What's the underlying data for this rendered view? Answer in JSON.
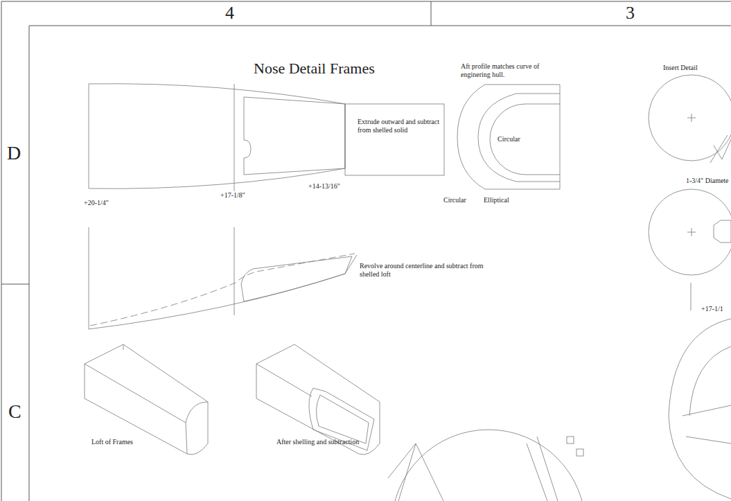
{
  "diagram": {
    "title": "Nose Detail Frames",
    "labels": [
      "4",
      "3",
      "D",
      "C",
      "Aft profile matches curve of enginering hull.",
      "Insert Detail",
      "Extrude outward and subtract from shelled solid",
      "Circular",
      "+20-1/4\"",
      "+17-1/8\"",
      "+14-13/16\"",
      "Circular",
      "Elliptical",
      "1-3/4\" Diamete",
      "Revolve around centerline and subtract from shelled loft",
      "+17-1/1",
      "Loft of Frames",
      "After shelling and subtraction"
    ]
  }
}
